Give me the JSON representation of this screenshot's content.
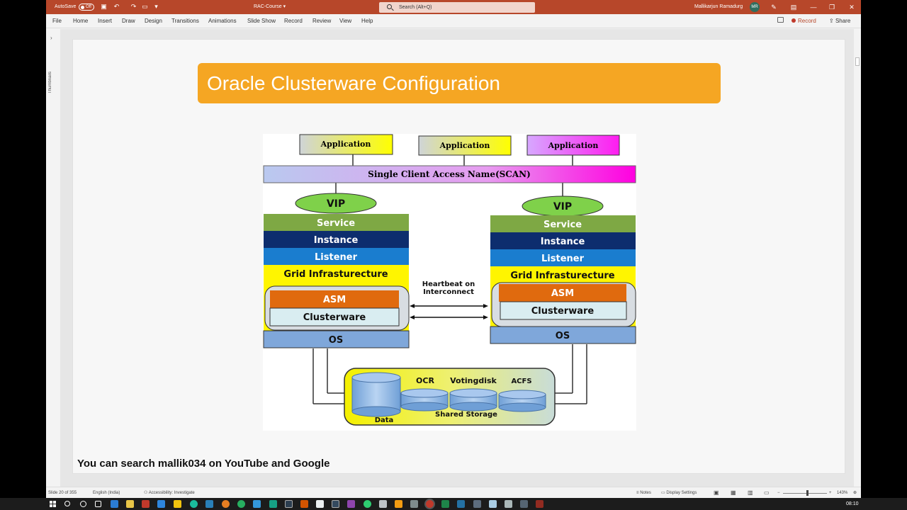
{
  "titlebar": {
    "autosave_label": "AutoSave",
    "autosave_state": "Off",
    "doc_title": "RAC-Course",
    "search_placeholder": "Search (Alt+Q)",
    "user_name": "Mallikarjun Ramadurg",
    "user_initials": "MR"
  },
  "menu": [
    "File",
    "Home",
    "Insert",
    "Draw",
    "Design",
    "Transitions",
    "Animations",
    "Slide Show",
    "Record",
    "Review",
    "View",
    "Help"
  ],
  "ribbon_right": {
    "record": "Record",
    "share": "Share"
  },
  "thumbnails_label": "Thumbnails",
  "slide": {
    "title": "Oracle Clusterware Configuration",
    "footer": "You can search mallik034 on YouTube and Google"
  },
  "diagram": {
    "applications": [
      "Application",
      "Application",
      "Application"
    ],
    "scan": "Single Client Access Name(SCAN)",
    "vip": "VIP",
    "node_layers": [
      "Service",
      "Instance",
      "Listener",
      "Grid Infrasturecture"
    ],
    "asm": "ASM",
    "clusterware": "Clusterware",
    "os": "OS",
    "heartbeat_line1": "Heartbeat on",
    "heartbeat_line2": "Interconnect",
    "storage": {
      "ocr": "OCR",
      "votingdisk": "Votingdisk",
      "acfs": "ACFS",
      "data": "Data",
      "shared": "Shared Storage"
    }
  },
  "statusbar": {
    "slide_info": "Slide 20 of 355",
    "language": "English (India)",
    "accessibility": "Accessibility: Investigate",
    "notes": "Notes",
    "display_settings": "Display Settings",
    "zoom": "143%"
  },
  "clock": "08:10"
}
